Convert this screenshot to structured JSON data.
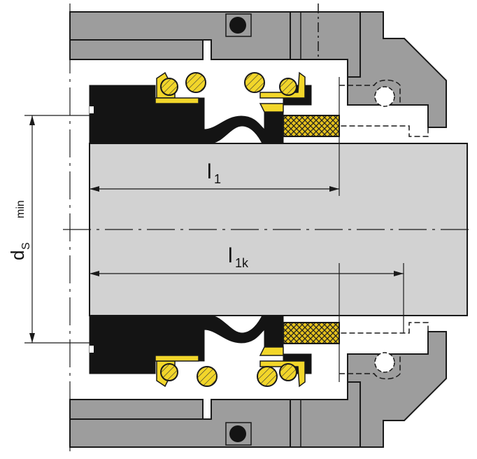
{
  "labels": {
    "l1_main": "l",
    "l1_sub": "1",
    "l1k_main": "l",
    "l1k_sub": "1k",
    "ds_main": "d",
    "ds_sub": "S",
    "ds_min": "min"
  },
  "colors": {
    "housing": "#9d9d9d",
    "shaft": "#d2d2d2",
    "rubber": "#141414",
    "spring": "#f2d62a",
    "seat": "#e6c21b",
    "line": "#1a1a1a",
    "background": "#ffffff"
  }
}
